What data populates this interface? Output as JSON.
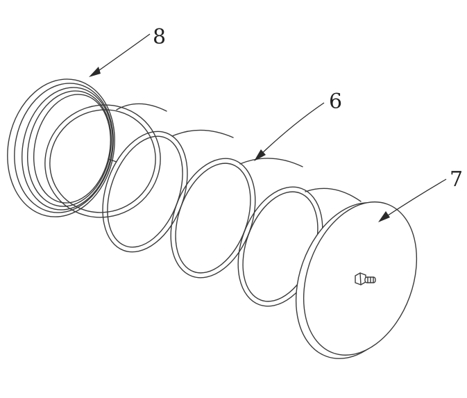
{
  "diagram": {
    "callouts": [
      {
        "id": "8",
        "label": "8"
      },
      {
        "id": "6",
        "label": "6"
      },
      {
        "id": "7",
        "label": "7"
      }
    ]
  }
}
